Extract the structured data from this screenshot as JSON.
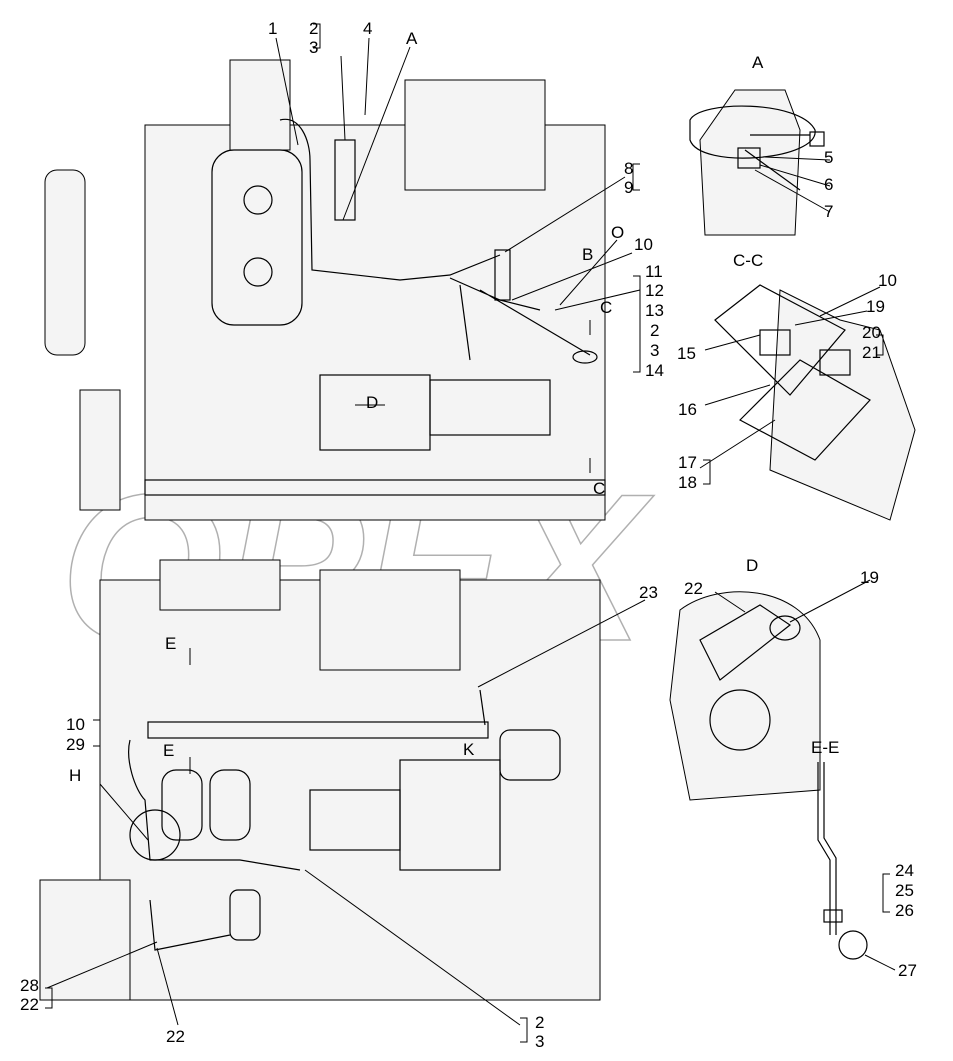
{
  "watermark": "OPEX",
  "labels": {
    "top_view": [
      "1",
      "2",
      "3",
      "4",
      "A",
      "8",
      "9",
      "O",
      "B",
      "10",
      "11",
      "12",
      "13",
      "2",
      "3",
      "14",
      "C",
      "D",
      "C"
    ],
    "detail_a": {
      "title": "A",
      "items": [
        "5",
        "6",
        "7"
      ]
    },
    "section_cc": {
      "title": "C-C",
      "items": [
        "10",
        "19",
        "20",
        "21",
        "15",
        "16",
        "17",
        "18"
      ]
    },
    "detail_d": {
      "title": "D",
      "items": [
        "22",
        "19"
      ]
    },
    "front_view": [
      "23",
      "E",
      "10",
      "29",
      "E",
      "H",
      "K",
      "28",
      "22",
      "22",
      "2",
      "3"
    ],
    "section_ee": {
      "title": "E-E",
      "items": [
        "24",
        "25",
        "26",
        "27"
      ]
    }
  }
}
